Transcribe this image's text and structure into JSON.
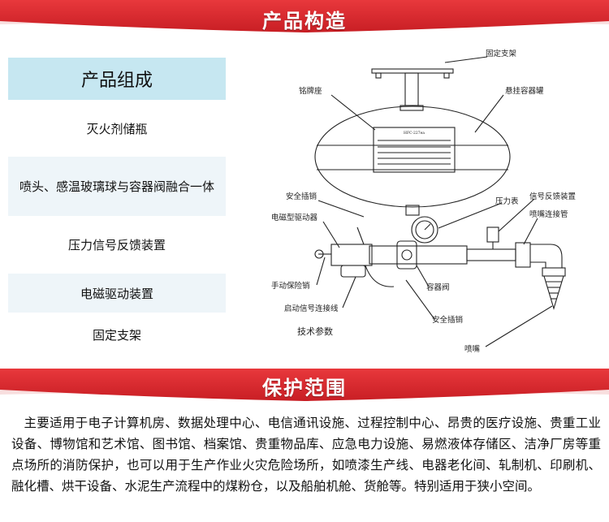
{
  "banners": {
    "structure_title": "产品构造",
    "scope_title": "保护范围"
  },
  "composition": {
    "header": "产品组成",
    "items": [
      "灭火剂储瓶",
      "喷头、感温玻璃球与容器阀融合一体",
      "压力信号反馈装置",
      "电磁驱动装置",
      "固定支架"
    ]
  },
  "diagram": {
    "labels": {
      "fixed_bracket": "固定支架",
      "nameplate": "铭牌座",
      "hanging_container": "悬挂容器罐",
      "safety_pin_top": "安全插销",
      "pressure_gauge": "压力表",
      "feedback_device": "信号反馈装置",
      "solenoid_driver": "电磁型驱动器",
      "nozzle_connector": "喷嘴连接管",
      "manual_pin": "手动保险销",
      "container_valve": "容器阀",
      "start_signal_line": "启动信号连接线",
      "safety_pin_bottom": "安全插销",
      "tech_params": "技术参数",
      "nozzle": "喷嘴",
      "plate_model": "HFC-227ea"
    }
  },
  "scope": {
    "text": "主要适用于电子计算机房、数据处理中心、电信通讯设施、过程控制中心、昂贵的医疗设施、贵重工业设备、博物馆和艺术馆、图书馆、档案馆、贵重物品库、应急电力设施、易燃液体存储区、洁净厂房等重点场所的消防保护，也可以用于生产作业火灾危险场所，如喷漆生产线、电器老化间、轧制机、印刷机、融化槽、烘干设备、水泥生产流程中的煤粉仓，以及船舶机舱、货舱等。特别适用于狭小空间。"
  },
  "colors": {
    "banner_red": "#d9262b",
    "header_blue": "#c6e7f1",
    "row_alt": "#eef5f9"
  }
}
